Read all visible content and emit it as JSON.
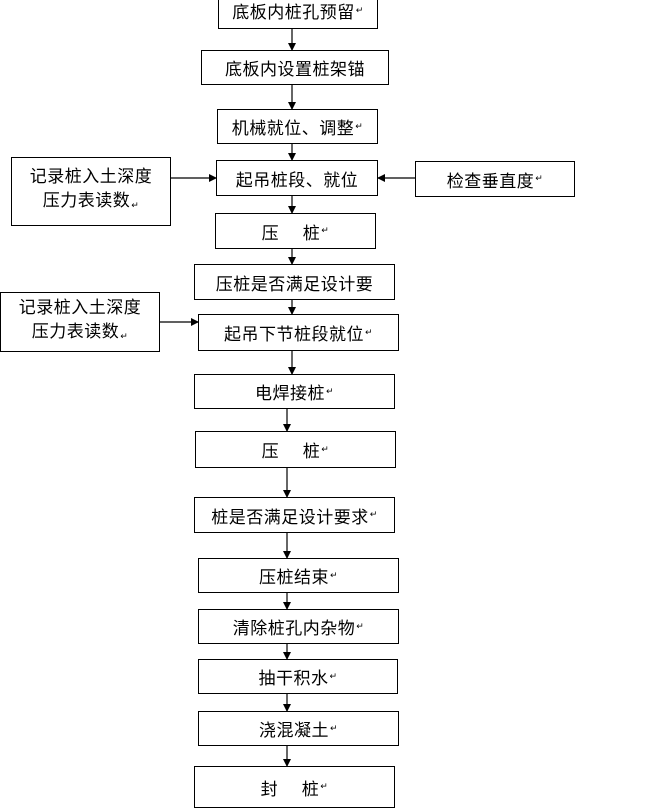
{
  "flow": {
    "s1": "底板内桩孔预留",
    "s2": "底板内设置桩架锚",
    "s3": "机械就位、调整",
    "s4": "起吊桩段、就位",
    "s5": "压    桩",
    "s6": "压桩是否满足设计要",
    "s7": "起吊下节桩段就位",
    "s8": "电焊接桩",
    "s9": "压    桩",
    "s10": "桩是否满足设计要求",
    "s11": "压桩结束",
    "s12": "清除桩孔内杂物",
    "s13": "抽干积水",
    "s14": "浇混凝土",
    "s15": "封    桩"
  },
  "side": {
    "record1_line1": "记录桩入土深度",
    "record1_line2": "压力表读数",
    "check": "检查垂直度",
    "record2_line1": "记录桩入土深度",
    "record2_line2": "压力表读数"
  },
  "paragraph_mark": "↵"
}
